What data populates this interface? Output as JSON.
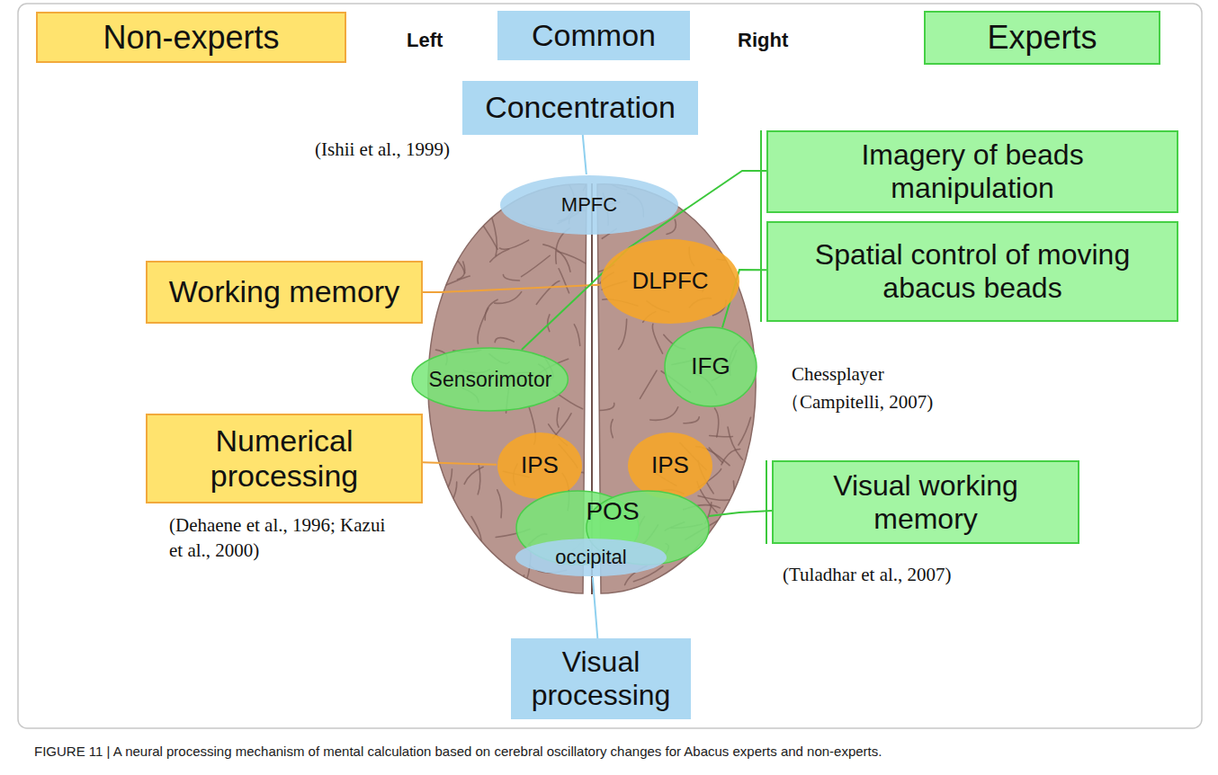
{
  "diagram": {
    "caption": "FIGURE 11 | A neural processing mechanism of mental calculation based on cerebral oscillatory changes for Abacus experts and non-experts.",
    "nodes": [
      {
        "text": [
          "Non-experts"
        ]
      },
      {
        "text": [
          "Common"
        ]
      },
      {
        "text": [
          "Experts"
        ]
      },
      {
        "text": [
          "Concentration"
        ]
      },
      {
        "text": [
          "Imagery of beads manipulation"
        ]
      },
      {
        "text": [
          "MPFC"
        ]
      },
      {
        "text": [
          "Spatial control of moving abacus beads"
        ]
      },
      {
        "text": [
          "Working memory"
        ]
      },
      {
        "text": [
          "DLPFC"
        ]
      },
      {
        "text": [
          "Sensorimotor"
        ]
      },
      {
        "text": [
          "IFG"
        ]
      },
      {
        "text": [
          "Numerical processing"
        ]
      },
      {
        "text": [
          "IPS"
        ]
      },
      {
        "text": [
          "IPS"
        ]
      },
      {
        "text": [
          "Visual working memory"
        ]
      },
      {
        "text": [
          "POS"
        ]
      },
      {
        "text": [
          "occipital"
        ]
      },
      {
        "text": [
          "Visual processing"
        ]
      }
    ],
    "edges": [
      {
        "from": 3,
        "to": 5,
        "arrow": "none"
      },
      {
        "from": 7,
        "to": 8,
        "arrow": "none"
      },
      {
        "from": 4,
        "to": 9,
        "arrow": "none"
      },
      {
        "from": 6,
        "to": 10,
        "arrow": "none"
      },
      {
        "from": 11,
        "to": 12,
        "arrow": "none"
      },
      {
        "from": 14,
        "to": 15,
        "arrow": "none"
      },
      {
        "from": 17,
        "to": 16,
        "arrow": "none"
      }
    ],
    "labels": [
      "Left",
      "Right",
      "(Ishii et al., 1999)",
      "Chessplayer",
      "（Campitelli, 2007)",
      "(Dehaene et al., 1996; Kazui et al., 2000)",
      "(Tuladhar et al., 2007)"
    ]
  }
}
